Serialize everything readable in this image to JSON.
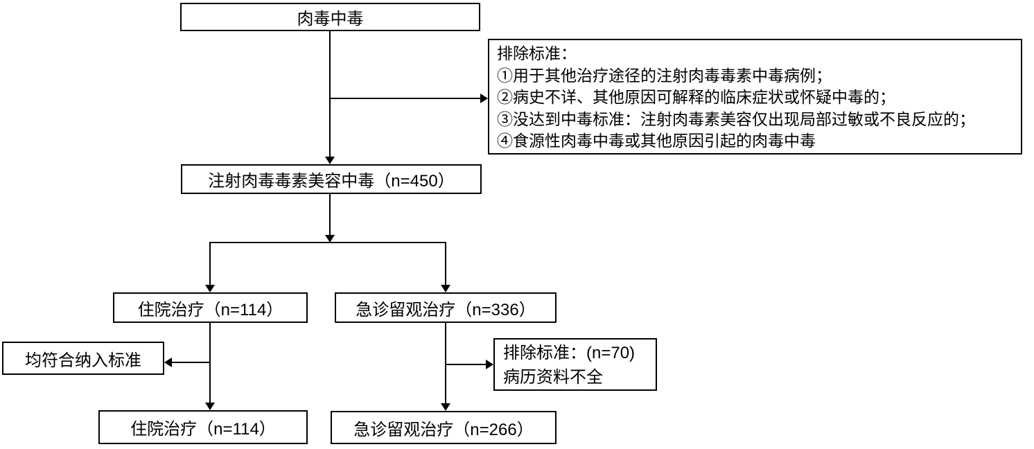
{
  "diagram_type": "patient-selection-flowchart",
  "colors": {
    "background": "#ffffff",
    "box_border": "#000000",
    "line": "#000000",
    "text": "#000000"
  },
  "nodes": {
    "root": {
      "label": "肉毒中毒"
    },
    "exclusion_criteria": {
      "title": "排除标准：",
      "items": [
        "①用于其他治疗途径的注射肉毒毒素中毒病例；",
        "②病史不详、其他原因可解释的临床症状或怀疑中毒的；",
        "③没达到中毒标准：注射肉毒素美容仅出现局部过敏或不良反应的；",
        "④食源性肉毒中毒或其他原因引起的肉毒中毒"
      ]
    },
    "cosmetic_poisoning": {
      "label": "注射肉毒毒素美容中毒（n=450）"
    },
    "inpatient_initial": {
      "label": "住院治疗（n=114）"
    },
    "emergency_initial": {
      "label": "急诊留观治疗（n=336）"
    },
    "inclusion_note": {
      "label": "均符合纳入标准"
    },
    "exclusion_note": {
      "line1": "排除标准：(n=70)",
      "line2": "病历资料不全"
    },
    "inpatient_final": {
      "label": "住院治疗（n=114）"
    },
    "emergency_final": {
      "label": "急诊留观治疗（n=266）"
    }
  }
}
